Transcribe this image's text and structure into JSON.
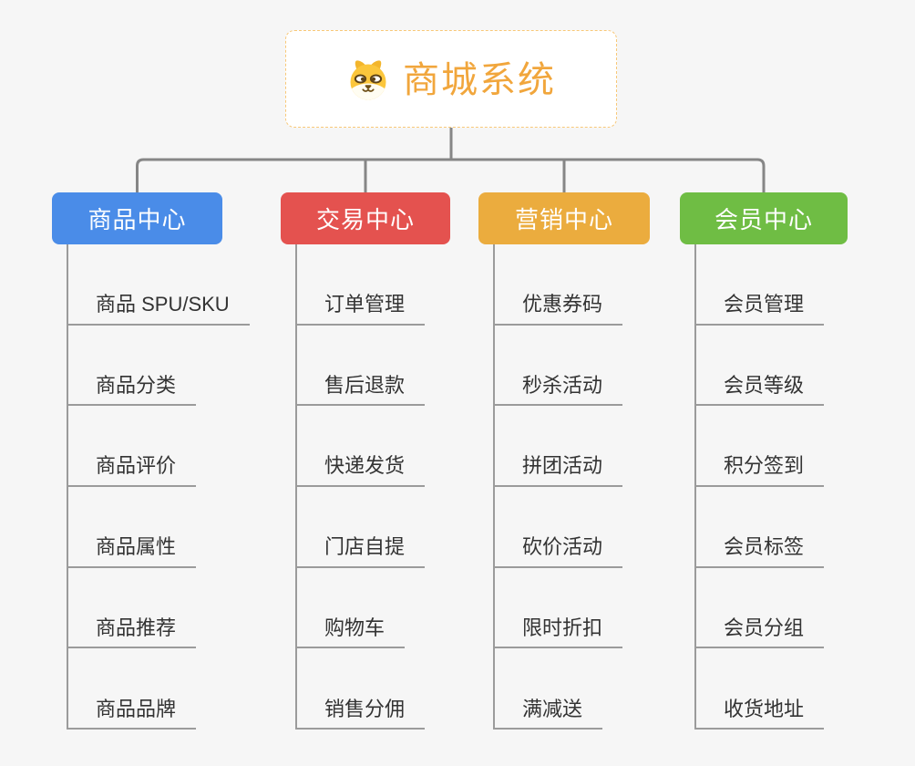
{
  "root": {
    "title": "商城系统",
    "icon": "dog-face-icon"
  },
  "branches": [
    {
      "label": "商品中心",
      "color": "#4a8ce8",
      "children": [
        "商品 SPU/SKU",
        "商品分类",
        "商品评价",
        "商品属性",
        "商品推荐",
        "商品品牌"
      ]
    },
    {
      "label": "交易中心",
      "color": "#e4524f",
      "children": [
        "订单管理",
        "售后退款",
        "快递发货",
        "门店自提",
        "购物车",
        "销售分佣"
      ]
    },
    {
      "label": "营销中心",
      "color": "#ebac3e",
      "children": [
        "优惠券码",
        "秒杀活动",
        "拼团活动",
        "砍价活动",
        "限时折扣",
        "满减送"
      ]
    },
    {
      "label": "会员中心",
      "color": "#6fbd44",
      "children": [
        "会员管理",
        "会员等级",
        "积分签到",
        "会员标签",
        "会员分组",
        "收货地址"
      ]
    }
  ],
  "colors": {
    "background": "#f6f6f6",
    "connector": "#868686",
    "subline": "#9b9b9b",
    "item_text": "#333333",
    "root_border": "#f8c878",
    "root_text": "#f1a63c"
  }
}
